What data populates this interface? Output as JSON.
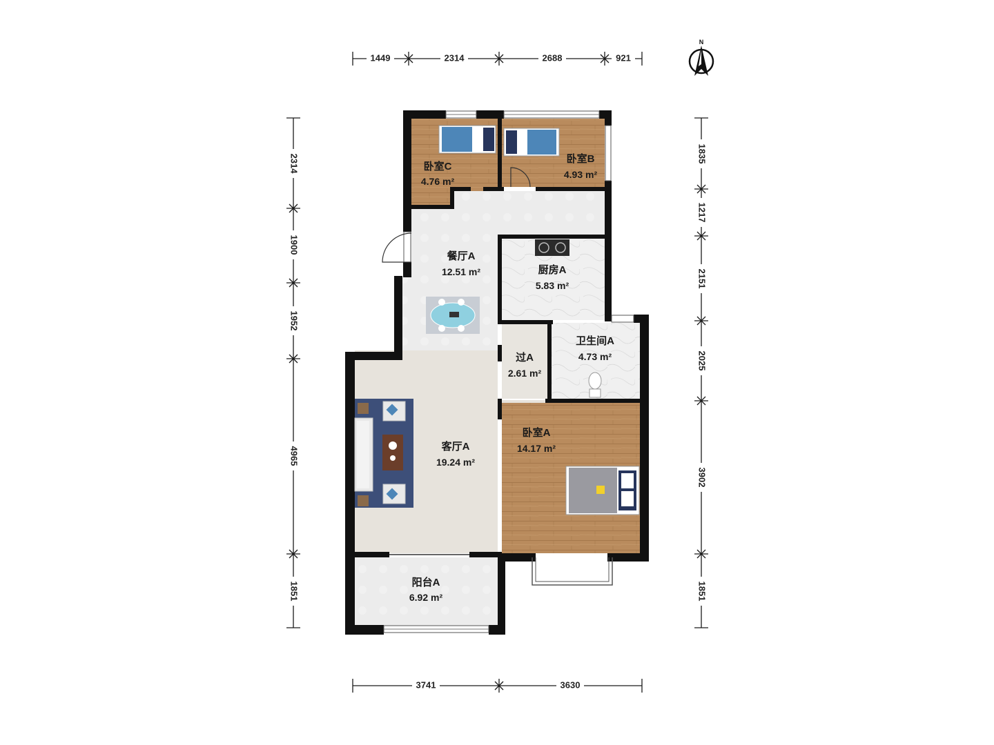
{
  "rooms": {
    "bedroom_c": {
      "name": "卧室C",
      "area": "4.76 m²"
    },
    "bedroom_b": {
      "name": "卧室B",
      "area": "4.93 m²"
    },
    "dining": {
      "name": "餐厅A",
      "area": "12.51 m²"
    },
    "kitchen": {
      "name": "厨房A",
      "area": "5.83 m²"
    },
    "bathroom": {
      "name": "卫生间A",
      "area": "4.73 m²"
    },
    "passage": {
      "name": "过A",
      "area": "2.61 m²"
    },
    "living": {
      "name": "客厅A",
      "area": "19.24 m²"
    },
    "bedroom_a": {
      "name": "卧室A",
      "area": "14.17 m²"
    },
    "balcony": {
      "name": "阳台A",
      "area": "6.92 m²"
    }
  },
  "dimensions": {
    "top": [
      "1449",
      "2314",
      "2688",
      "921"
    ],
    "bottom": [
      "3741",
      "3630"
    ],
    "left": [
      "2314",
      "1900",
      "1952",
      "4965",
      "1851"
    ],
    "right": [
      "1835",
      "1217",
      "2151",
      "2025",
      "3902",
      "1851"
    ]
  },
  "compass": {
    "label": "N"
  },
  "colors": {
    "wall": "#111111",
    "wood_floor": "#b98b5d",
    "tile_floor": "#ebebeb",
    "living_floor": "#e7e3dc",
    "rug": "#3d4f79"
  }
}
